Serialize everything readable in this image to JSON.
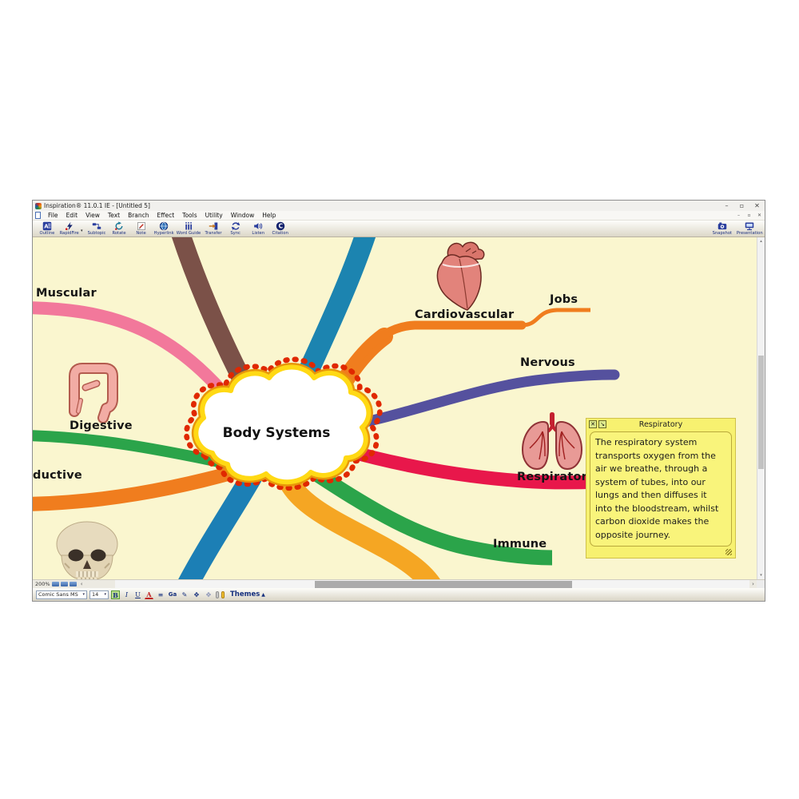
{
  "window": {
    "title": "Inspiration® 11.0.1 IE - [Untitled 5]",
    "controls": {
      "minimize": "–",
      "maximize": "▫",
      "close": "✕"
    },
    "mini_controls": {
      "minimize": "–",
      "restore": "▫",
      "close": "✕"
    }
  },
  "menu": {
    "items": [
      "File",
      "Edit",
      "View",
      "Text",
      "Branch",
      "Effect",
      "Tools",
      "Utility",
      "Window",
      "Help"
    ]
  },
  "toolbar": {
    "items": [
      {
        "label": "Outline"
      },
      {
        "label": "RapidFire"
      },
      {
        "label": "Subtopic"
      },
      {
        "label": "Rotate"
      },
      {
        "label": "Note"
      },
      {
        "label": "Hyperlink"
      },
      {
        "label": "Word Guide"
      },
      {
        "label": "Transfer"
      },
      {
        "label": "Sync"
      },
      {
        "label": "Listen"
      },
      {
        "label": "Citation"
      }
    ],
    "right": [
      {
        "label": "Snapshot"
      },
      {
        "label": "Presentation"
      }
    ],
    "dropdown_glyph": "▾"
  },
  "canvas": {
    "central_topic": "Body Systems",
    "background": "#FAF6CF",
    "branches": [
      {
        "name": "muscular",
        "label": "Muscular",
        "color": "#F2789B"
      },
      {
        "name": "digestive",
        "label": "Digestive",
        "color": "#2BA44A"
      },
      {
        "name": "reproductive-truncated",
        "label": "ductive",
        "color": "#F07D1E"
      },
      {
        "name": "cardiovascular",
        "label": "Cardiovascular",
        "color": "#F07D1E",
        "sub": "Jobs"
      },
      {
        "name": "nervous",
        "label": "Nervous",
        "color": "#55519E"
      },
      {
        "name": "respiratory",
        "label": "Respiratory",
        "color": "#E8174B"
      },
      {
        "name": "immune",
        "label": "Immune",
        "color": "#2BA44A"
      },
      {
        "name": "unlabeled-top-left",
        "label": "",
        "color": "#7B5148"
      },
      {
        "name": "unlabeled-top",
        "label": "",
        "color": "#1C84B0"
      },
      {
        "name": "unlabeled-bottom-left",
        "label": "",
        "color": "#1C7FB5"
      },
      {
        "name": "unlabeled-bottom",
        "label": "",
        "color": "#F5A623"
      }
    ],
    "cloud_border_yellow": "#FFD914",
    "cloud_border_orange": "#E8960A",
    "cloud_dots_red": "#E02800"
  },
  "note": {
    "title": "Respiratory",
    "close_glyph": "✕",
    "resize_glyph": "↘",
    "body": "The respiratory system transports oxygen from the air we breathe, through a system of tubes, into our lungs and then diffuses it into the bloodstream, whilst carbon dioxide makes the opposite journey."
  },
  "statusbar": {
    "zoom": "200%",
    "left_arrow": "‹",
    "right_arrow": "›",
    "up_arrow": "▴",
    "down_arrow": "▾"
  },
  "formatbar": {
    "font": "Comic Sans MS",
    "size": "14",
    "caret": "▾",
    "bold": "B",
    "italic": "I",
    "underline": "U",
    "fontcolor": "A",
    "align_glyph": "≡",
    "case_glyph": "Ga",
    "pen_glyph": "✎",
    "move_glyph": "✥",
    "themes_label": "Themes",
    "themes_caret": "▲"
  }
}
